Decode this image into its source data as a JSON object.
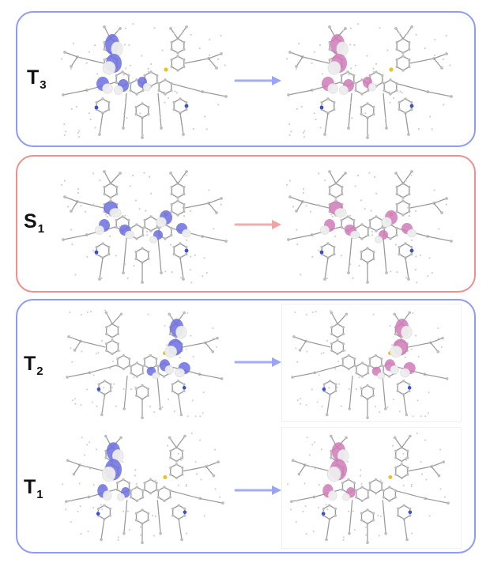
{
  "colors": {
    "triplet_border": "#8f9bf0",
    "singlet_border": "#ef8e8e",
    "hole_lobe": "#6b6fe0",
    "electron_lobe": "#d07ab8",
    "arrow_triplet": "#9aa4f4",
    "arrow_singlet": "#f2a2a2"
  },
  "states": [
    {
      "main": "T",
      "sub": "3"
    },
    {
      "main": "S",
      "sub": "1"
    },
    {
      "main": "T",
      "sub": "2"
    },
    {
      "main": "T",
      "sub": "1"
    }
  ],
  "icons": [
    "molecule-hole-orbital-icon",
    "molecule-electron-orbital-icon",
    "transition-arrow-icon"
  ]
}
